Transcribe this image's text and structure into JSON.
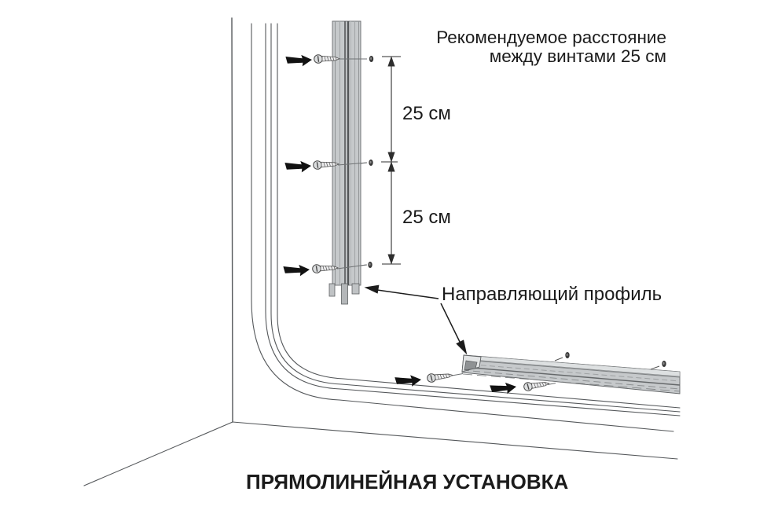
{
  "annotations": {
    "spacing_note": {
      "line1": "Рекомендуемое расстояние",
      "line2": "между винтами 25 см"
    },
    "dimension_top": "25 см",
    "dimension_bottom": "25 см",
    "part_label": "Направляющий профиль",
    "caption": "ПРЯМОЛИНЕЙНАЯ УСТАНОВКА"
  },
  "colors": {
    "background": "#ffffff",
    "line": "#55585b",
    "profile_fill": "#c6c9cb",
    "profile_edge": "#5f6264",
    "arrow_black": "#121212",
    "text": "#1b1b1b"
  }
}
